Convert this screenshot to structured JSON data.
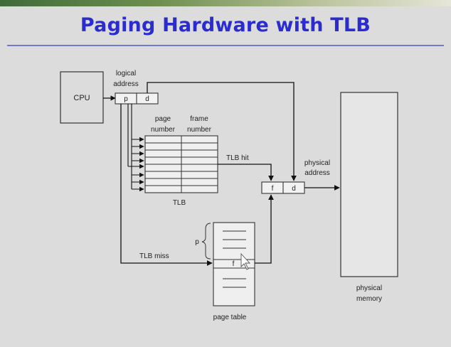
{
  "slide": {
    "title": "Paging Hardware with TLB"
  },
  "diagram": {
    "cpu_label": "CPU",
    "logical_address_line1": "logical",
    "logical_address_line2": "address",
    "p_cell": "p",
    "d_cell": "d",
    "page_number_line1": "page",
    "page_number_line2": "number",
    "frame_number_line1": "frame",
    "frame_number_line2": "number",
    "tlb_label": "TLB",
    "tlb_hit_label": "TLB hit",
    "tlb_miss_label": "TLB miss",
    "physical_address_line1": "physical",
    "physical_address_line2": "address",
    "f_cell": "f",
    "d2_cell": "d",
    "page_table_p_label": "p",
    "page_table_f_label": "f",
    "page_table_label": "page table",
    "physical_memory_line1": "physical",
    "physical_memory_line2": "memory"
  }
}
